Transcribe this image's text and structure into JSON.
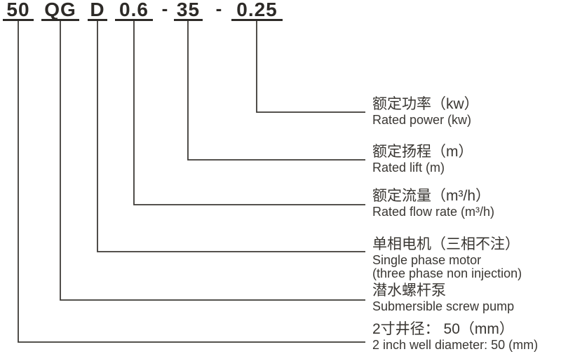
{
  "code": {
    "segments": [
      {
        "text": "50",
        "meaning": "well-diameter"
      },
      {
        "text": "QG",
        "meaning": "pump-type"
      },
      {
        "text": "D",
        "meaning": "motor-phase"
      },
      {
        "text": "0.6",
        "meaning": "rated-flow"
      },
      {
        "text": "35",
        "meaning": "rated-lift"
      },
      {
        "text": "0.25",
        "meaning": "rated-power"
      }
    ],
    "separator": "-"
  },
  "labels": [
    {
      "zh": "额定功率（kw）",
      "en": "Rated power (kw)"
    },
    {
      "zh": "额定扬程（m）",
      "en": "Rated lift (m)"
    },
    {
      "zh": "额定流量（m³/h）",
      "en": "Rated flow rate (m³/h)"
    },
    {
      "zh": "单相电机（三相不注）",
      "en": "Single phase motor",
      "en2": "(three phase non injection)"
    },
    {
      "zh": "潜水螺杆泵",
      "en": "Submersible screw pump"
    },
    {
      "zh": "2寸井径： 50（mm）",
      "en": "2 inch well diameter: 50 (mm)"
    }
  ],
  "colors": {
    "text": "#2d2a27",
    "line": "#3d3a36",
    "background": "#ffffff"
  }
}
